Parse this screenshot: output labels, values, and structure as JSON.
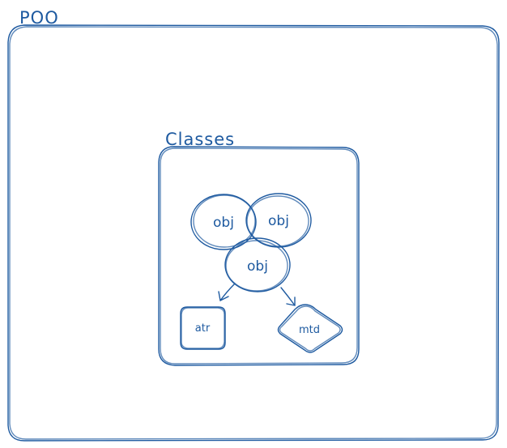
{
  "colors": {
    "stroke": "#1e5aa0",
    "background": "#ffffff"
  },
  "outer": {
    "label": "POO"
  },
  "classes": {
    "label": "Classes"
  },
  "objects": [
    {
      "label": "obj"
    },
    {
      "label": "obj"
    },
    {
      "label": "obj"
    }
  ],
  "attribute": {
    "label": "atr"
  },
  "method": {
    "label": "mtd"
  }
}
